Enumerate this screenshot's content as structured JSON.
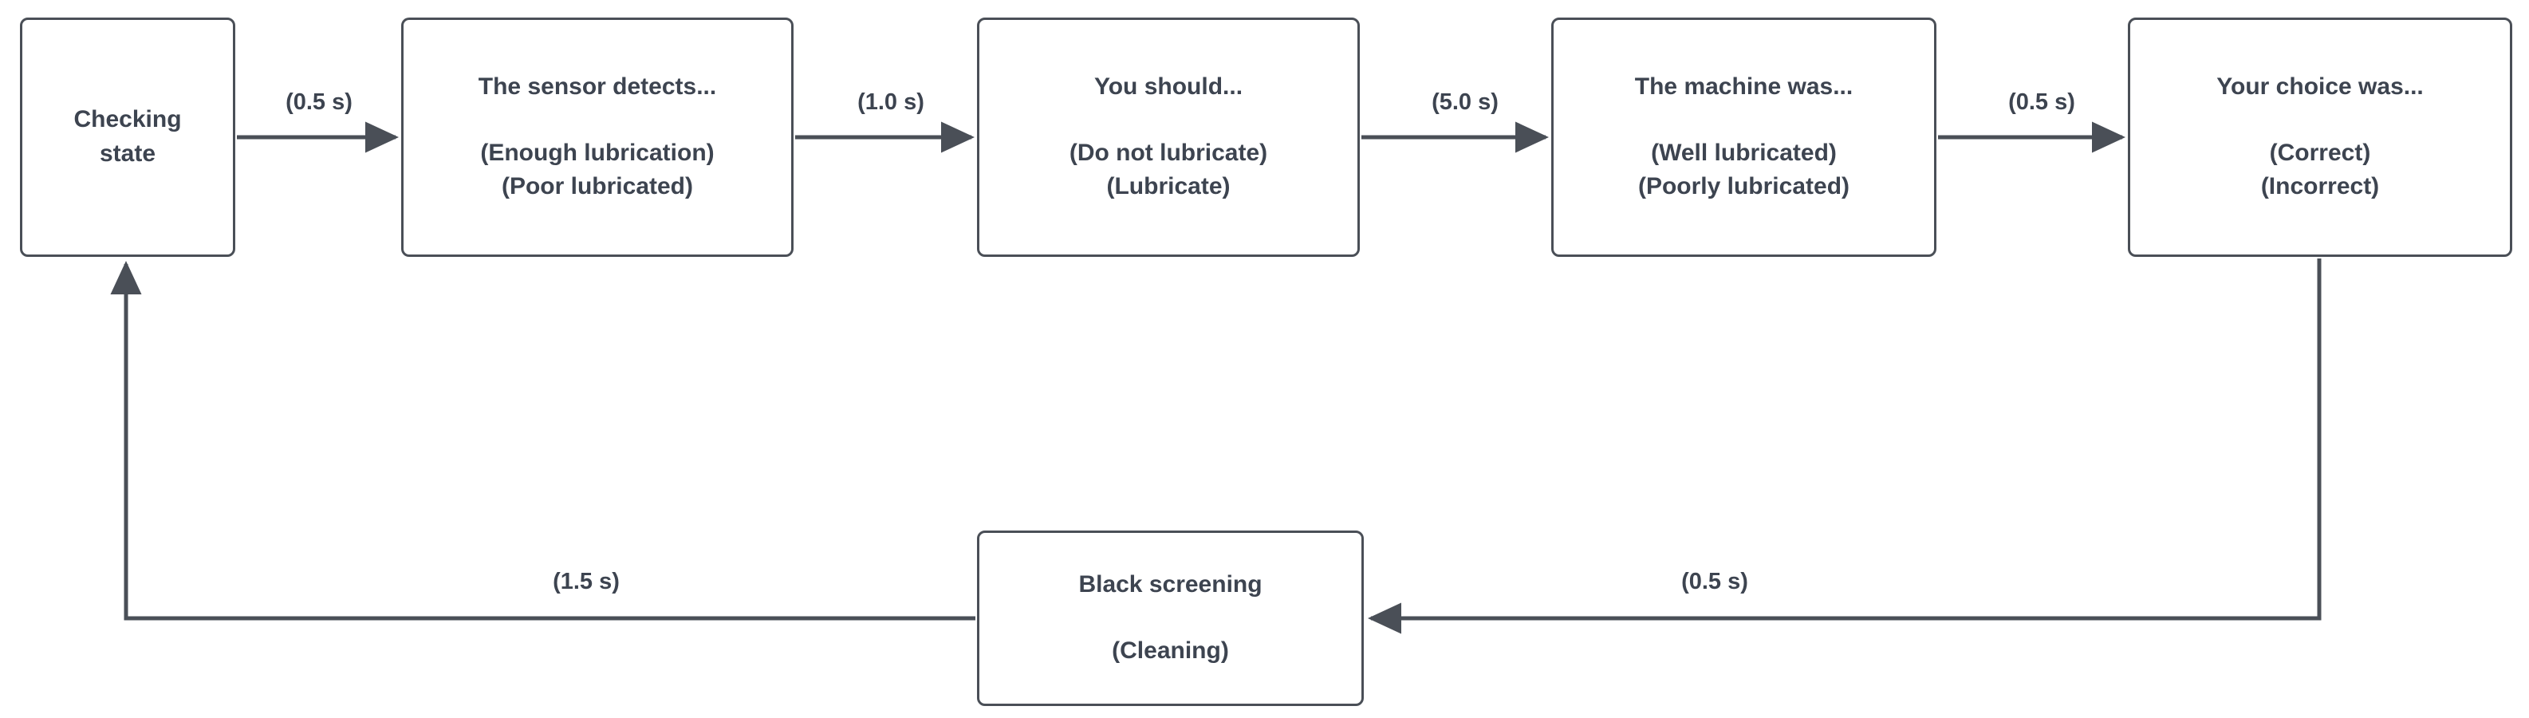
{
  "diagram": {
    "title_text": "",
    "stroke_color": "#4a4f57",
    "text_color": "#3d4450",
    "background": "#ffffff"
  },
  "nodes": [
    {
      "id": "checking-state",
      "title": "Checking",
      "title2": "state",
      "options": []
    },
    {
      "id": "sensor-detects",
      "title": "The sensor detects...",
      "options": [
        "(Enough lubrication)",
        "(Poor lubricated)"
      ]
    },
    {
      "id": "you-should",
      "title": "You should...",
      "options": [
        "(Do not lubricate)",
        "(Lubricate)"
      ]
    },
    {
      "id": "machine-was",
      "title": "The machine was...",
      "options": [
        "(Well lubricated)",
        "(Poorly lubricated)"
      ]
    },
    {
      "id": "your-choice-was",
      "title": "Your choice was...",
      "options": [
        "(Correct)",
        "(Incorrect)"
      ]
    },
    {
      "id": "black-screening",
      "title": "Black screening",
      "options": [
        "(Cleaning)"
      ]
    }
  ],
  "edges": [
    {
      "id": "e1",
      "from": "checking-state",
      "to": "sensor-detects",
      "label": "(0.5 s)"
    },
    {
      "id": "e2",
      "from": "sensor-detects",
      "to": "you-should",
      "label": "(1.0 s)"
    },
    {
      "id": "e3",
      "from": "you-should",
      "to": "machine-was",
      "label": "(5.0 s)"
    },
    {
      "id": "e4",
      "from": "machine-was",
      "to": "your-choice-was",
      "label": "(0.5 s)"
    },
    {
      "id": "e5",
      "from": "your-choice-was",
      "to": "black-screening",
      "label": "(0.5 s)"
    },
    {
      "id": "e6",
      "from": "black-screening",
      "to": "checking-state",
      "label": "(1.5 s)"
    }
  ]
}
